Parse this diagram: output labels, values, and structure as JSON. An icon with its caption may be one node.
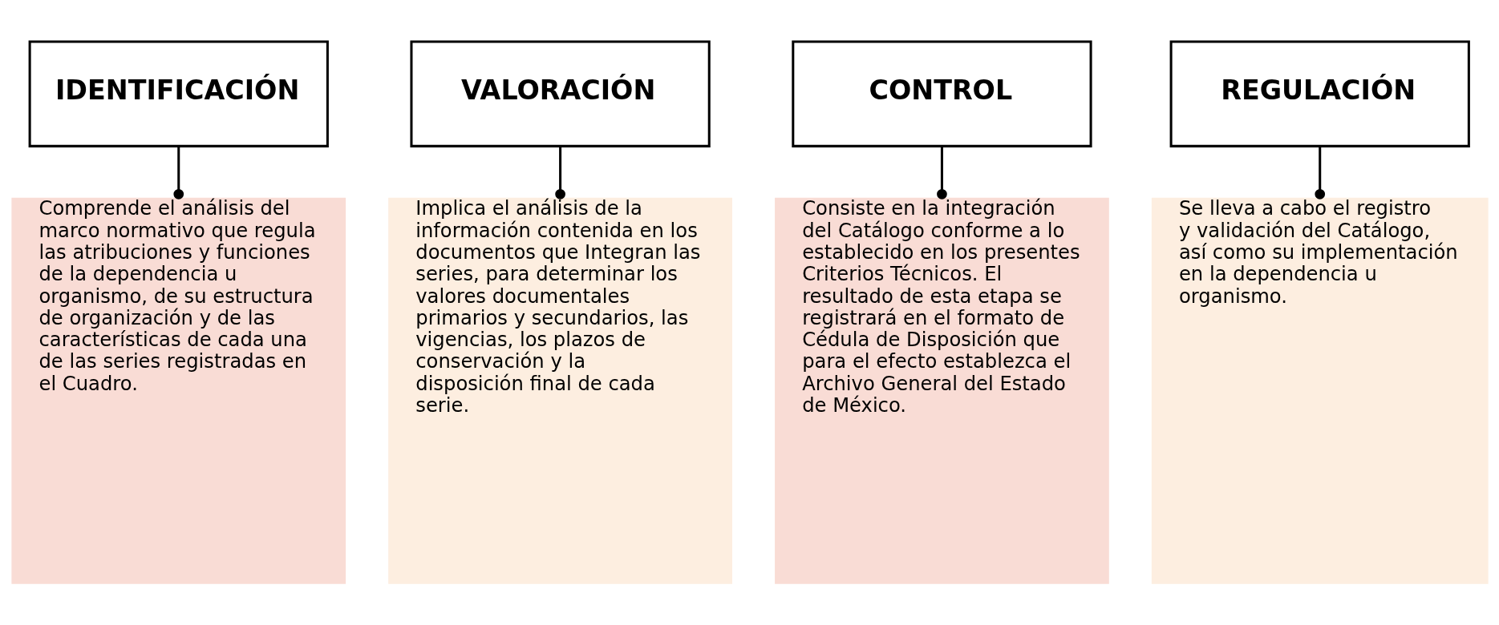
{
  "diagram": {
    "nodes": [
      {
        "text": [
          "IDENTIFICACIÓN"
        ]
      },
      {
        "text": [
          "VALORACIÓN"
        ]
      },
      {
        "text": [
          "CONTROL"
        ]
      },
      {
        "text": [
          "REGULACIÓN"
        ]
      },
      {
        "text": [
          "Comprende el análisis del marco normativo que regula las atribuciones y funciones de la dependencia u organismo, de su estructura de organización y de las características de cada una de las series registradas en el Cuadro."
        ]
      },
      {
        "text": [
          "Implica el análisis de la información contenida en los documentos que Integran las series, para determinar los valores documentales primarios y secundarios, las vigencias, los plazos de conservación y la disposición final de cada serie."
        ]
      },
      {
        "text": [
          "Consiste en la integración del Catálogo conforme a lo establecido en los presentes Criterios Técnicos. El resultado de esta etapa se registrará en el formato de Cédula de Disposición que para el efecto establezca el Archivo General del Estado de México."
        ]
      },
      {
        "text": [
          "Se lleva a cabo el registro y validación del Catálogo, así como su implementación en la dependencia u organismo."
        ]
      }
    ],
    "edges": [
      {
        "from": 0,
        "to": 4,
        "arrow": "other"
      },
      {
        "from": 1,
        "to": 5,
        "arrow": "other"
      },
      {
        "from": 2,
        "to": 6,
        "arrow": "other"
      },
      {
        "from": 3,
        "to": 7,
        "arrow": "other"
      }
    ]
  }
}
